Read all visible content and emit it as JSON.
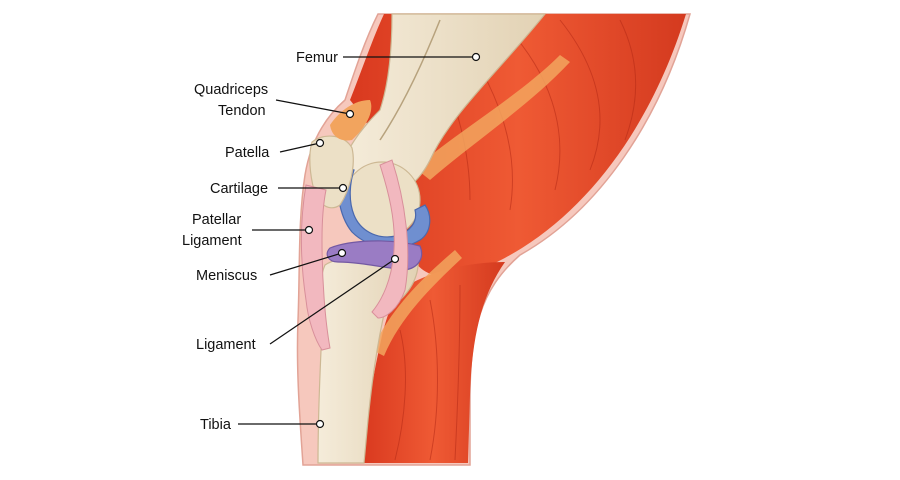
{
  "diagram": {
    "labels": {
      "femur": "Femur",
      "quadriceps_tendon_line1": "Quadriceps",
      "quadriceps_tendon_line2": "Tendon",
      "patella": "Patella",
      "cartilage": "Cartilage",
      "patellar_ligament_line1": "Patellar",
      "patellar_ligament_line2": "Ligament",
      "meniscus": "Meniscus",
      "ligament": "Ligament",
      "tibia": "Tibia"
    },
    "colors": {
      "skin": "#f6c8bd",
      "muscle": "#e8462a",
      "muscle_dark": "#c6321d",
      "muscle_light": "#f07a4f",
      "bone": "#efe3cc",
      "bone_shade": "#d9c8a8",
      "cartilage": "#6f8fd0",
      "meniscus": "#9a7cc4",
      "ligament": "#f2b8bf",
      "tendon": "#f2a45e"
    }
  }
}
